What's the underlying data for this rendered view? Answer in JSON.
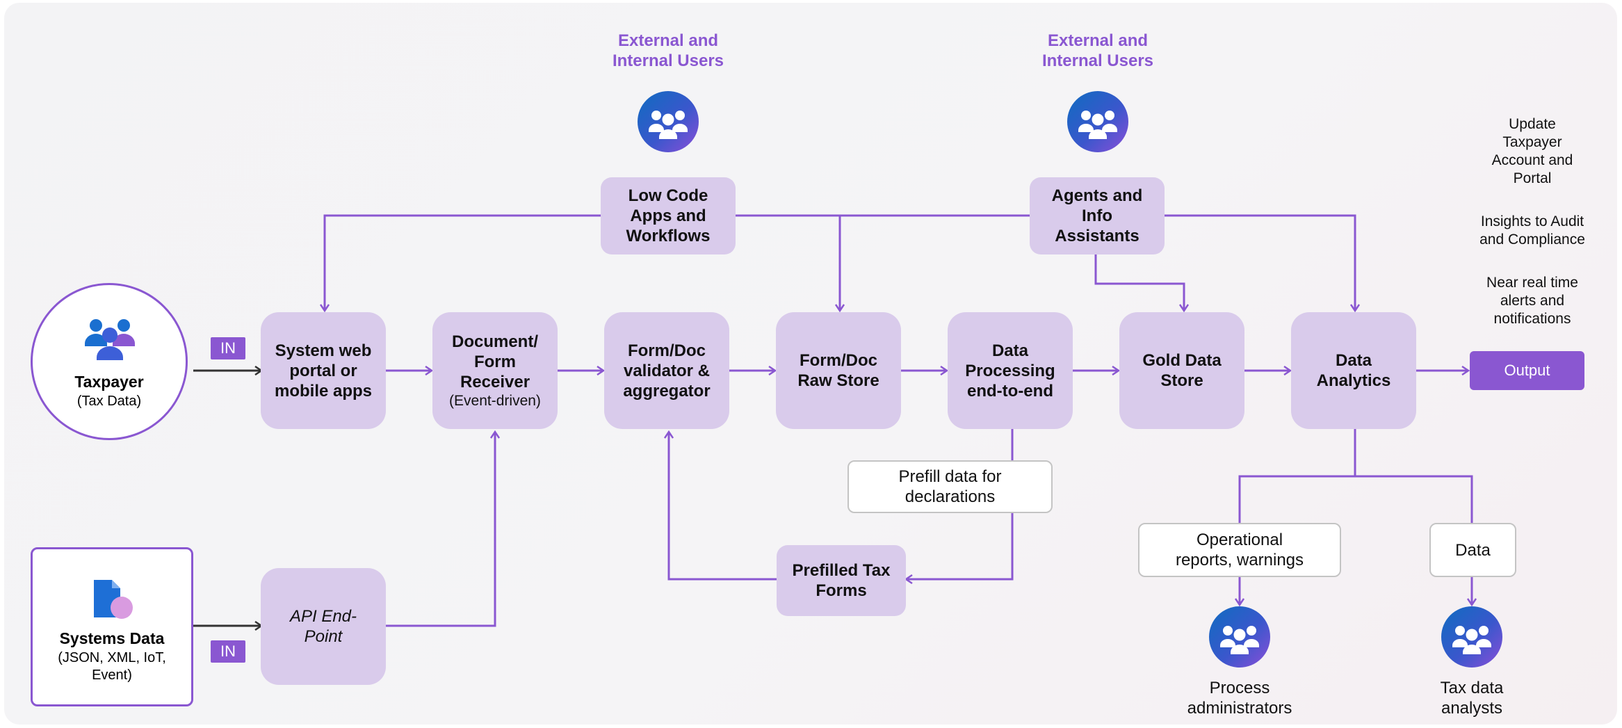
{
  "colors": {
    "accent": "#8a57d1",
    "node_fill": "#d9cbeb",
    "icon_blue": "#0f6cc0"
  },
  "external_users": [
    "External and\nInternal Users",
    "External and\nInternal Users"
  ],
  "sources": {
    "taxpayer": {
      "title": "Taxpayer",
      "subtitle": "(Tax Data)",
      "icon": "people-group-icon"
    },
    "systems_data": {
      "title": "Systems Data",
      "subtitle": "(JSON, XML, IoT,\nEvent)",
      "icon": "document-icon"
    }
  },
  "in_badge": "IN",
  "nodes": {
    "low_code": "Low Code\nApps and\nWorkflows",
    "agents": "Agents and\nInfo\nAssistants",
    "portal": "System web\nportal or\nmobile apps",
    "receiver": "Document/\nForm\nReceiver",
    "receiver_sub": "(Event-driven)",
    "validator": "Form/Doc\nvalidator &\naggregator",
    "raw_store": "Form/Doc\nRaw Store",
    "processing": "Data\nProcessing\nend-to-end",
    "gold": "Gold Data\nStore",
    "analytics": "Data\nAnalytics",
    "api": "API End-\nPoint",
    "prefilled": "Prefilled Tax\nForms"
  },
  "annotations": {
    "prefill": "Prefill data for\ndeclarations",
    "operational": "Operational\nreports, warnings",
    "data": "Data"
  },
  "output": {
    "label": "Output",
    "items": [
      "Update\nTaxpayer\nAccount and\nPortal",
      "Insights to Audit\nand Compliance",
      "Near real time\nalerts and\nnotifications"
    ]
  },
  "consumers": [
    "Process\nadministrators",
    "Tax data\nanalysts"
  ]
}
